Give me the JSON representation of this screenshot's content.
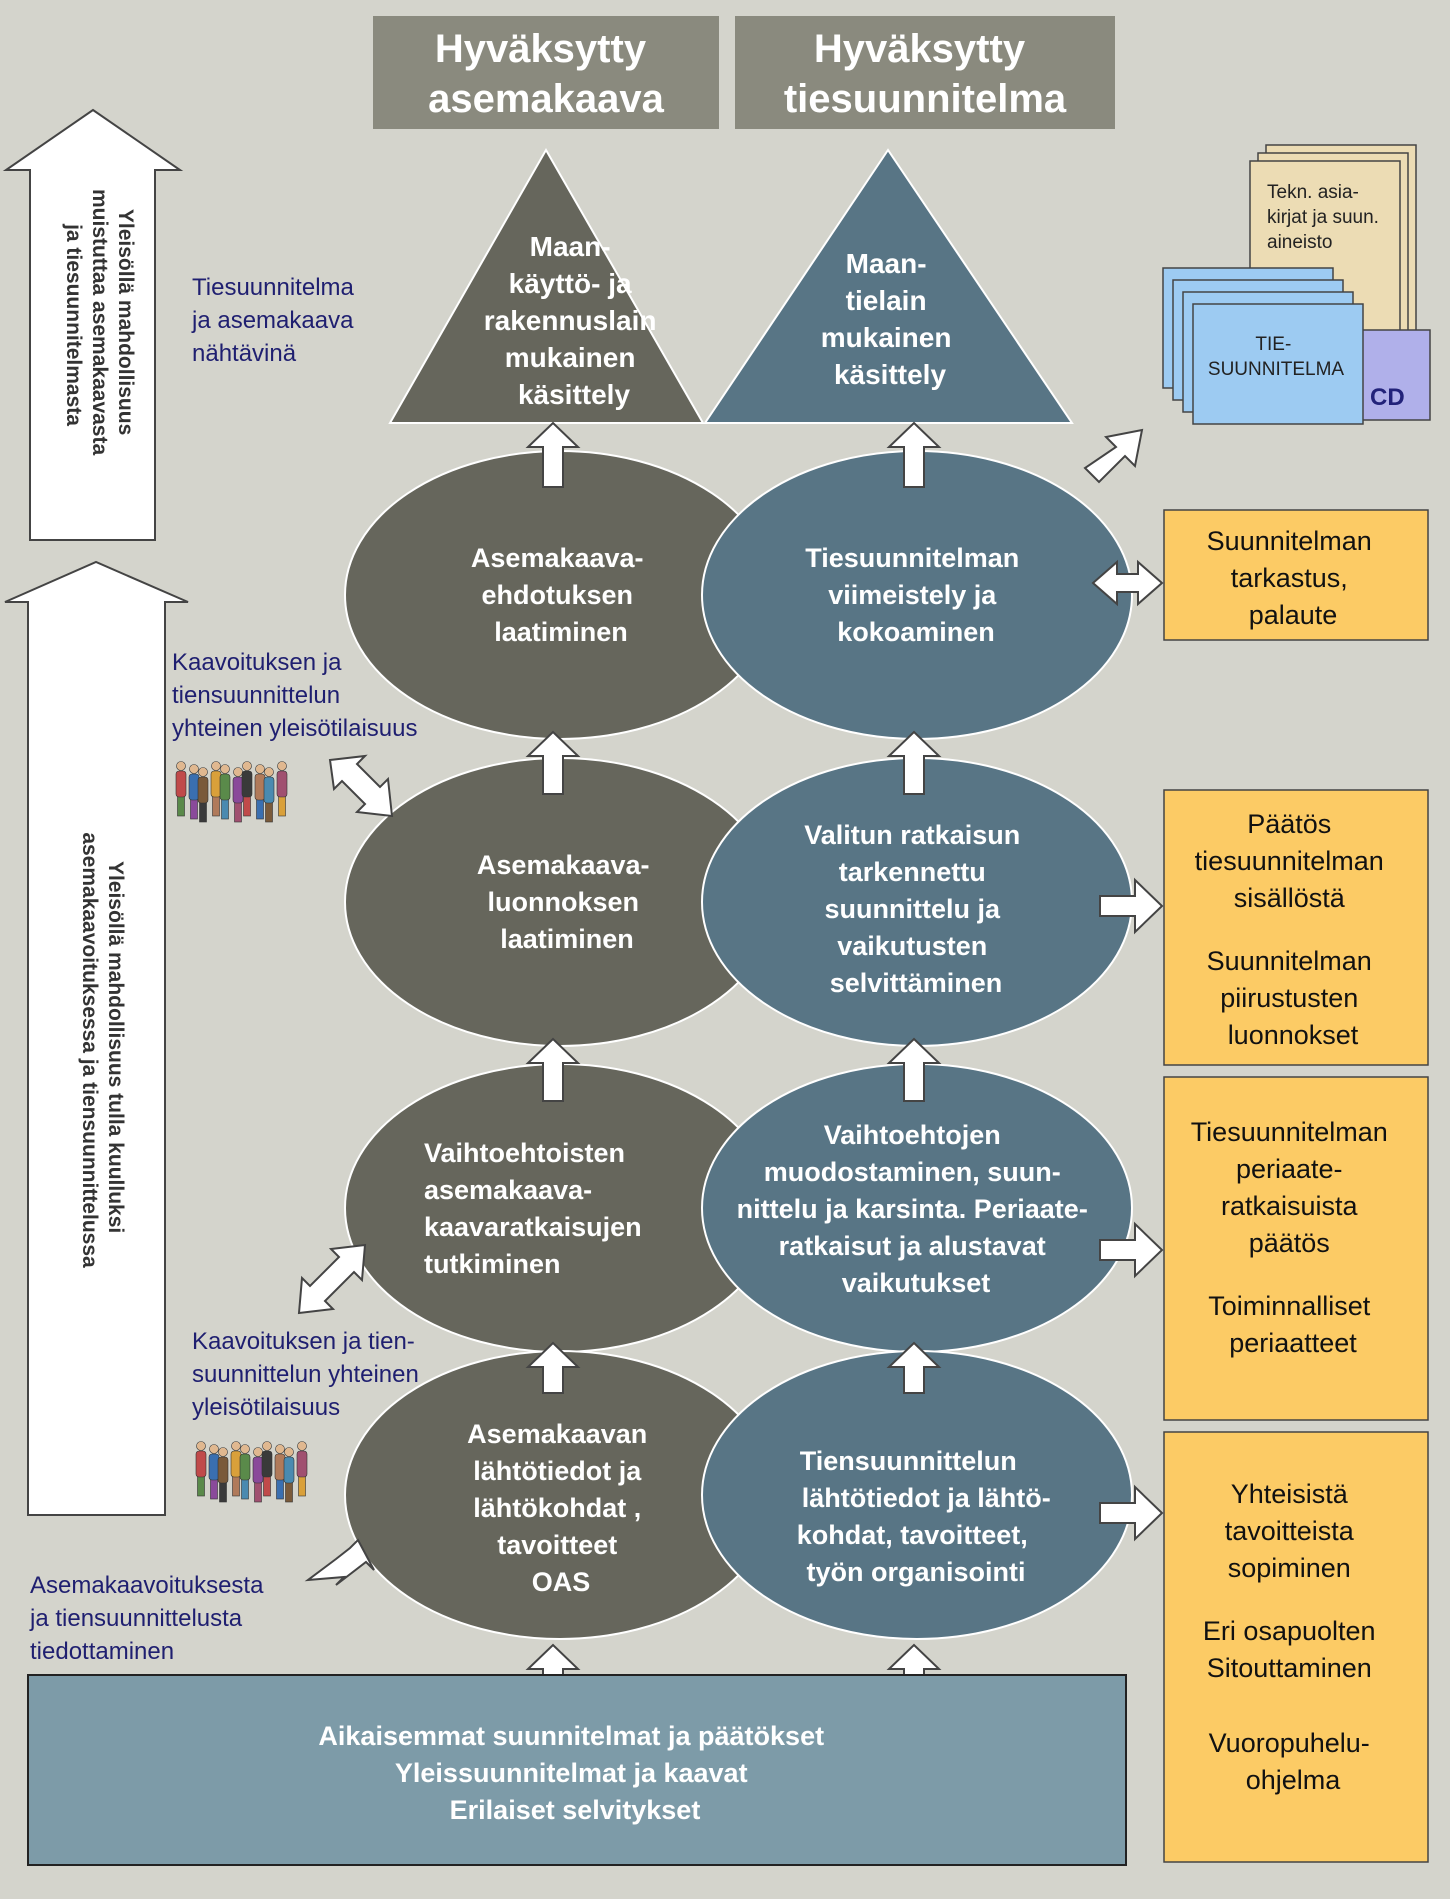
{
  "colors": {
    "background": "#d4d4cc",
    "dark_olive": "#66665c",
    "slate_blue": "#587585",
    "orange_box": "#fccb65",
    "header_box": "#8a8a7e",
    "base_box": "#7d9ba8",
    "navy_text": "#1f1f70"
  },
  "headers": {
    "asemakaava": [
      "Hyväksytty",
      "asemakaava"
    ],
    "tiesuunnitelma": [
      "Hyväksytty",
      "tiesuunnitelma"
    ]
  },
  "triangles": {
    "left": [
      "Maan-",
      "käyttö- ja",
      "rakennuslain",
      "mukainen",
      "käsittely"
    ],
    "right": [
      "Maan-",
      "tielain",
      "mukainen",
      "käsittely"
    ]
  },
  "ellipses": {
    "left": [
      [
        "Asemakaava-",
        "ehdotuksen",
        "laatiminen"
      ],
      [
        "Asemakaava-",
        "luonnoksen",
        "laatiminen"
      ],
      [
        "Vaihtoehtoisten",
        "asemakaava-",
        "kaavaratkaisujen",
        "tutkiminen"
      ],
      [
        "Asemakaavan",
        "lähtötiedot ja",
        "lähtökohdat ,",
        "tavoitteet",
        "OAS"
      ]
    ],
    "right": [
      [
        "Tiesuunnitelman",
        "viimeistely ja",
        "kokoaminen"
      ],
      [
        "Valitun ratkaisun",
        "tarkennettu",
        "suunnittelu ja",
        "vaikutusten",
        "selvittäminen"
      ],
      [
        "Vaihtoehtojen",
        "muodostaminen, suun-",
        "nittelu ja karsinta. Periaate-",
        "ratkaisut ja alustavat",
        "vaikutukset"
      ],
      [
        "Tiensuunnittelun",
        "lähtötiedot ja lähtö-",
        "kohdat, tavoitteet,",
        "työn organisointi"
      ]
    ]
  },
  "orange_boxes": [
    [
      "Suunnitelman",
      "tarkastus,",
      "palaute"
    ],
    [
      "Päätös",
      "tiesuunnitelman",
      "sisällöstä",
      "",
      "Suunnitelman",
      "piirustusten",
      "luonnokset"
    ],
    [
      "Tiesuunnitelman",
      "periaate-",
      "ratkaisuista",
      "päätös",
      "",
      "Toiminnalliset",
      "periaatteet"
    ],
    [
      "Yhteisistä",
      "tavoitteista",
      "sopiminen",
      "",
      "Eri osapuolten",
      "Sitouttaminen",
      "",
      "Vuoropuhelu-",
      "ohjelma"
    ]
  ],
  "documents": {
    "tech_docs": [
      "Tekn. asia-",
      "kirjat ja suun.",
      "aineisto"
    ],
    "plan": [
      "TIE-",
      "SUUNNITELMA"
    ],
    "cd": "CD"
  },
  "base_box": [
    "Aikaisemmat suunnitelmat ja päätökset",
    "Yleissuunnitelmat  ja kaavat",
    "Erilaiset selvitykset"
  ],
  "side_arrows": {
    "top": [
      "Yleisöllä mahdollisuus",
      "muistuttaa asemakaavasta",
      "ja tiesuunnitelmasta"
    ],
    "bottom": [
      "Yleisöllä mahdollisuus tulla kuulluksi",
      "asemakaavoituksessa ja tiensuunnittelussa"
    ]
  },
  "notes": {
    "exhibition": [
      "Tiesuunnitelma",
      "ja asemakaava",
      "nähtävinä"
    ],
    "meeting_1": [
      "Kaavoituksen ja",
      "tiensuunnittelun",
      "yhteinen yleisötilaisuus"
    ],
    "meeting_2": [
      "Kaavoituksen ja tien-",
      "suunnittelun yhteinen",
      "yleisötilaisuus"
    ],
    "informing": [
      "Asemakaavoituksesta",
      "ja tiensuunnittelusta",
      "tiedottaminen"
    ]
  }
}
